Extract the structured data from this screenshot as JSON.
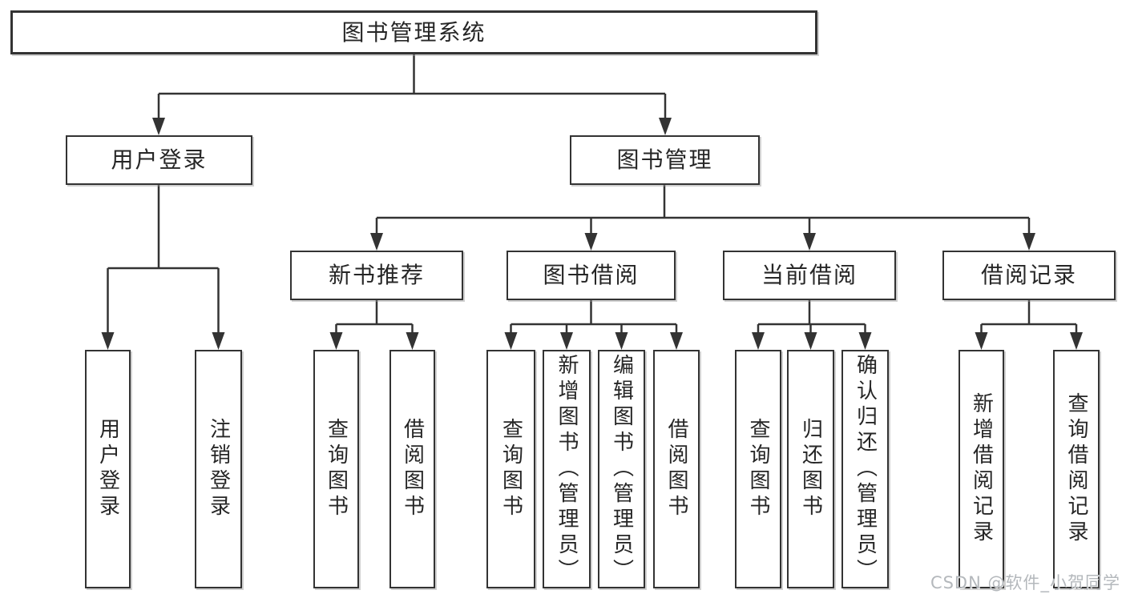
{
  "diagram": {
    "title": "图书管理系统",
    "type": "hierarchy-tree",
    "colors": {
      "line": "#333333",
      "box_border": "#333333",
      "box_fill": "#ffffff",
      "text": "#262626",
      "watermark_text": "#b4b8bc"
    },
    "tree": {
      "label": "图书管理系统",
      "children": [
        {
          "label": "用户登录",
          "children": [
            {
              "label": "用户登录"
            },
            {
              "label": "注销登录"
            }
          ]
        },
        {
          "label": "图书管理",
          "children": [
            {
              "label": "新书推荐",
              "children": [
                {
                  "label": "查询图书"
                },
                {
                  "label": "借阅图书"
                }
              ]
            },
            {
              "label": "图书借阅",
              "children": [
                {
                  "label": "查询图书"
                },
                {
                  "label": "新增图书（管理员）"
                },
                {
                  "label": "编辑图书（管理员）"
                },
                {
                  "label": "借阅图书"
                }
              ]
            },
            {
              "label": "当前借阅",
              "children": [
                {
                  "label": "查询图书"
                },
                {
                  "label": "归还图书"
                },
                {
                  "label": "确认归还（管理员）"
                }
              ]
            },
            {
              "label": "借阅记录",
              "children": [
                {
                  "label": "新增借阅记录"
                },
                {
                  "label": "查询借阅记录"
                }
              ]
            }
          ]
        }
      ]
    }
  },
  "watermark": "CSDN @软件_小贺同学"
}
